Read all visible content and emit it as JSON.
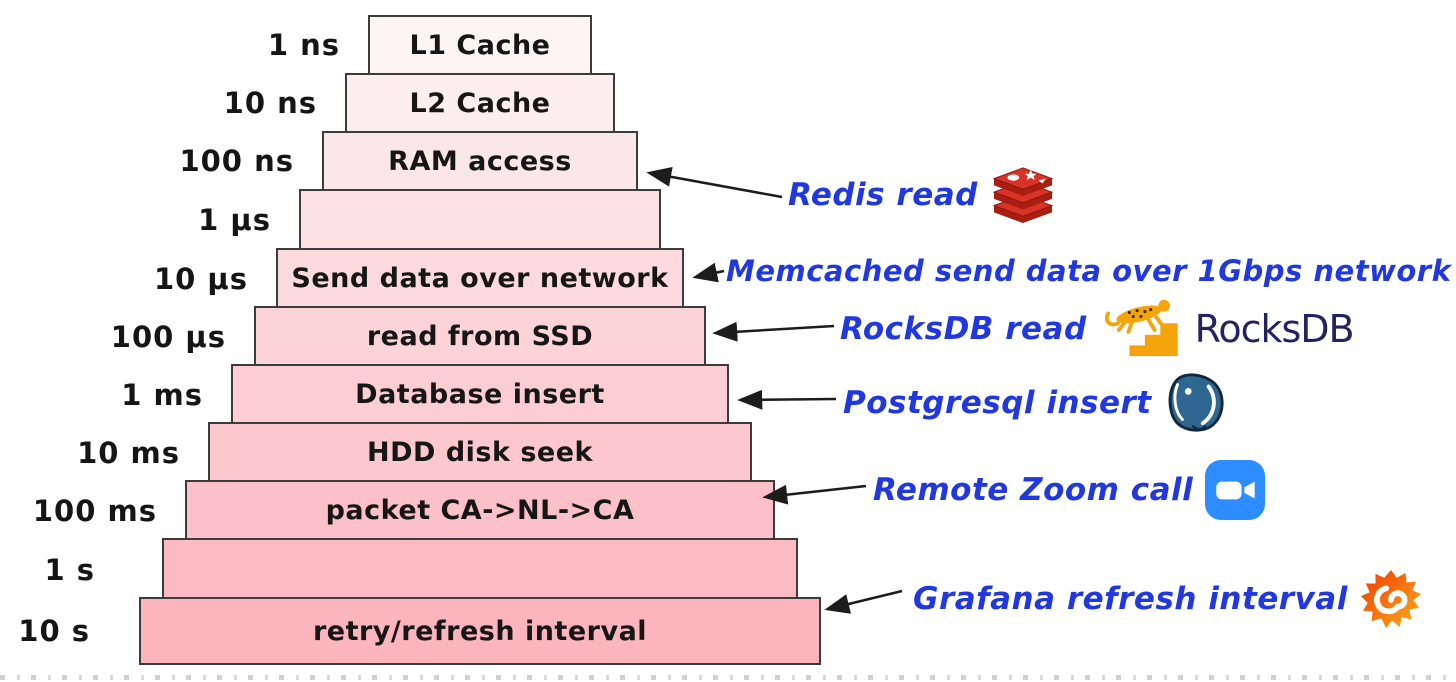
{
  "pyramid": {
    "rows": [
      {
        "time": "1 ns",
        "label": "L1 Cache"
      },
      {
        "time": "10 ns",
        "label": "L2 Cache"
      },
      {
        "time": "100 ns",
        "label": "RAM access"
      },
      {
        "time": "1 μs",
        "label": ""
      },
      {
        "time": "10 μs",
        "label": "Send data over network"
      },
      {
        "time": "100 μs",
        "label": "read from SSD"
      },
      {
        "time": "1 ms",
        "label": "Database insert"
      },
      {
        "time": "10 ms",
        "label": "HDD disk seek"
      },
      {
        "time": "100 ms",
        "label": "packet CA->NL->CA"
      },
      {
        "time": "1 s",
        "label": ""
      },
      {
        "time": "10 s",
        "label": "retry/refresh interval"
      }
    ]
  },
  "annotations": [
    {
      "id": "redis",
      "label": "Redis read",
      "icon": "redis-logo"
    },
    {
      "id": "memcached",
      "label": "Memcached send data over 1Gbps network",
      "icon": "memcached-logo"
    },
    {
      "id": "rocksdb",
      "label": "RocksDB read",
      "icon": "rocksdb-logo",
      "wordmark": "RocksDB"
    },
    {
      "id": "postgresql",
      "label": "Postgresql insert",
      "icon": "postgresql-logo"
    },
    {
      "id": "zoom",
      "label": "Remote Zoom call",
      "icon": "zoom-logo"
    },
    {
      "id": "grafana",
      "label": "Grafana refresh interval",
      "icon": "grafana-logo"
    }
  ],
  "colors": {
    "annotation_blue": "#2138e0",
    "box_border": "#3c3c3c",
    "arrow": "#1c1c1c",
    "box_top_fill": "#fcf4f3",
    "box_bottom_fill": "#fcb4bd",
    "redis_red": "#d93327",
    "memcached_teal": "#12a29b",
    "rocksdb_amber": "#f5a50b",
    "postgres_blue": "#2f6792",
    "zoom_blue": "#2d8cff",
    "grafana_orange": "#f46800"
  }
}
